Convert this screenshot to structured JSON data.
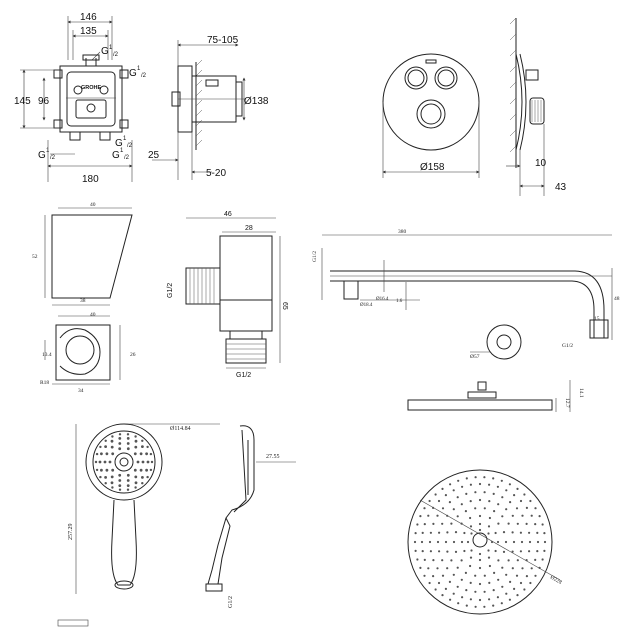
{
  "valve": {
    "top_dims": [
      "146",
      "135"
    ],
    "thread_top_left": "G",
    "thread_top_sup": "1",
    "thread_top_sub": "/2",
    "thread_right_top": "G",
    "thread_right_top_sup": "1",
    "thread_right_top_sub": "/2",
    "thread_right_bottom": "G",
    "thread_right_bottom_sup": "1",
    "thread_right_bottom_sub": "/2",
    "thread_bottom_left": "G",
    "thread_bottom_left_sup": "1",
    "thread_bottom_left_sub": "/2",
    "thread_bottom_right": "G",
    "thread_bottom_right_sup": "1",
    "thread_bottom_right_sub": "/2",
    "left_dims": [
      "145",
      "96"
    ],
    "bottom_dim": "180",
    "logo_text": "GROHE"
  },
  "valve_side": {
    "depth": "75-105",
    "diameter": "Ø138",
    "left_dim": "25",
    "bottom_dim": "5-20"
  },
  "faceplate": {
    "diameter": "Ø158",
    "side_dims": [
      "10",
      "43"
    ]
  },
  "wall_connector": {
    "front_dims": [
      "40",
      "52",
      "38"
    ],
    "bottom_dims": [
      "40",
      "13.4",
      "26",
      "34",
      "R18"
    ],
    "side_dims": [
      "46",
      "28",
      "65"
    ],
    "thread_side": "G1/2",
    "thread_bottom": "G1/2"
  },
  "shower_arm": {
    "length": "380",
    "left_dim": "G1/2",
    "dims": [
      "Ø18.4",
      "Ø16.4",
      "1.6",
      "48",
      "15"
    ],
    "flange_dim": "Ø57",
    "bottom_thread": "G1/2"
  },
  "head_side": {
    "dims": [
      "12.7",
      "14.1"
    ]
  },
  "hand_shower": {
    "diameter": "Ø114.84",
    "length": "257.29",
    "side_dim": "27.55",
    "thread": "G1/2"
  },
  "head_top": {
    "diameter": "Ø228"
  }
}
